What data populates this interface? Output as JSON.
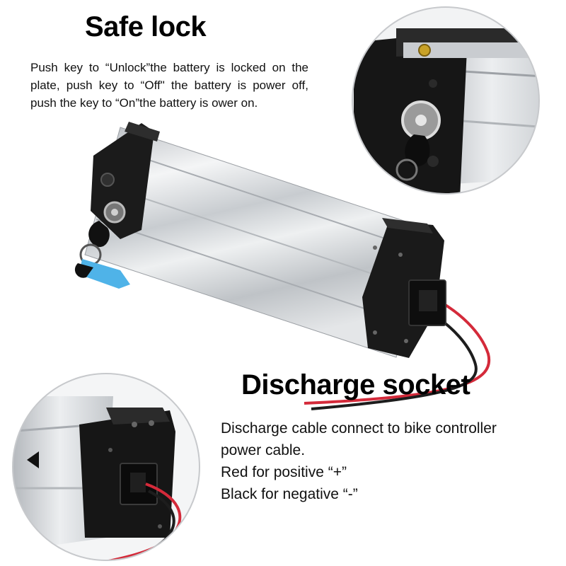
{
  "safe_lock": {
    "title": "Safe lock",
    "description": "Push key to “Unlock”the battery is locked on the plate, push key to “Off\" the battery is power off, push the key to “On”the battery is ower on."
  },
  "discharge_socket": {
    "title": "Discharge socket",
    "lines": [
      "Discharge cable connect to bike controller",
      "power cable.",
      "Red for positive “+”",
      "Black for negative “-”"
    ]
  },
  "colors": {
    "aluminum": "#d9dcdf",
    "end_cap": "#1a1a1a",
    "red_wire": "#d42a3a",
    "key_tag": "#4fb3e8"
  }
}
